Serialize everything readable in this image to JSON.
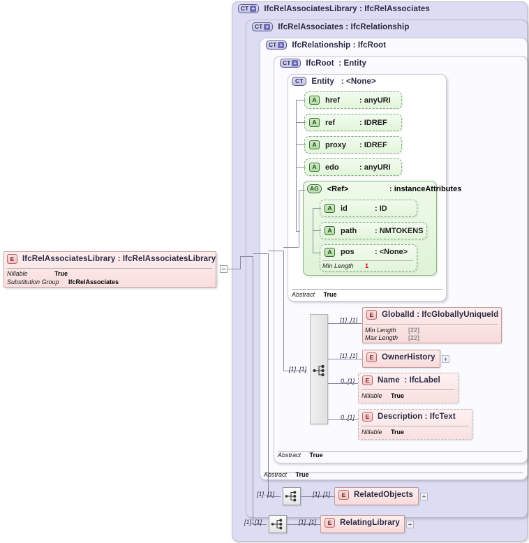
{
  "diagram": {
    "title": "IfcRelAssociatesLibrary XSD schema diagram",
    "colors": {
      "complex_type_panel": "#dcdcf2",
      "attribute_green": "#e2f5da",
      "element_pink": "#f8dada",
      "facet_red": "#cc0000"
    }
  },
  "complex_types": [
    {
      "badge": "CT",
      "expandable": "+",
      "name": "IfcRelAssociatesLibrary",
      "sep": ":",
      "type": "IfcRelAssociates"
    },
    {
      "badge": "CT",
      "expandable": "+",
      "name": "IfcRelAssociates",
      "sep": ":",
      "type": "IfcRelationship"
    },
    {
      "badge": "CT",
      "expandable": "+",
      "name": "IfcRelationship",
      "sep": ":",
      "type": "IfcRoot"
    },
    {
      "badge": "CT",
      "expandable": "+",
      "name": "IfcRoot",
      "sep": ":",
      "type": "Entity"
    },
    {
      "badge": "CT",
      "expandable": "",
      "name": "Entity",
      "sep": ":",
      "type": "<None>"
    }
  ],
  "root_element": {
    "badge": "E",
    "name": "IfcRelAssociatesLibrary",
    "sep": ":",
    "type": "IfcRelAssociatesLibrary",
    "properties": [
      {
        "key": "Nillable",
        "value": "True"
      },
      {
        "key": "Substitution Group",
        "value": "IfcRelAssociates"
      }
    ]
  },
  "attributes": [
    {
      "badge": "A",
      "name": "href",
      "sep": ":",
      "type": "anyURI"
    },
    {
      "badge": "A",
      "name": "ref",
      "sep": ":",
      "type": "IDREF"
    },
    {
      "badge": "A",
      "name": "proxy",
      "sep": ":",
      "type": "IDREF"
    },
    {
      "badge": "A",
      "name": "edo",
      "sep": ":",
      "type": "anyURI"
    }
  ],
  "attribute_group": {
    "badge": "AG",
    "name": "<Ref>",
    "sep": ":",
    "type": "instanceAttributes",
    "members": [
      {
        "badge": "A",
        "name": "id",
        "sep": ":",
        "type": "ID",
        "facets": []
      },
      {
        "badge": "A",
        "name": "path",
        "sep": ":",
        "type": "NMTOKENS",
        "facets": []
      },
      {
        "badge": "A",
        "name": "pos",
        "sep": ":",
        "type": "<None>",
        "facets": [
          {
            "key": "Min Length",
            "value": "1",
            "style": "red"
          }
        ]
      }
    ]
  },
  "elements": [
    {
      "badge": "E",
      "name": "GlobalId",
      "sep": ":",
      "type": "IfcGloballyUniqueId",
      "cardinality": "[1]..[1]",
      "optional": false,
      "expandable": false,
      "facets": [
        {
          "key": "Min Length",
          "value": "[22]",
          "style": "gray"
        },
        {
          "key": "Max Length",
          "value": "[22]",
          "style": "gray"
        }
      ]
    },
    {
      "badge": "E",
      "name": "OwnerHistory",
      "sep": "",
      "type": "",
      "cardinality": "[1]..[1]",
      "optional": false,
      "expandable": true,
      "facets": []
    },
    {
      "badge": "E",
      "name": "Name",
      "sep": ":",
      "type": "IfcLabel",
      "cardinality": "0..[1]",
      "optional": true,
      "expandable": false,
      "facets": [
        {
          "key": "Nillable",
          "value": "True",
          "style": ""
        }
      ]
    },
    {
      "badge": "E",
      "name": "Description",
      "sep": ":",
      "type": "IfcText",
      "cardinality": "0..[1]",
      "optional": true,
      "expandable": false,
      "facets": [
        {
          "key": "Nillable",
          "value": "True",
          "style": ""
        }
      ]
    }
  ],
  "relation_elements": [
    {
      "badge": "E",
      "name": "RelatedObjects",
      "cardinality_left": "[1]..[1]",
      "cardinality_right": "[1]..[1]",
      "expandable": true
    },
    {
      "badge": "E",
      "name": "RelatingLibrary",
      "cardinality_left": "[1]..[1]",
      "cardinality_right": "[1]..[1]",
      "expandable": true
    }
  ],
  "sequence_cardinality": "[1]..[1]",
  "abstract_footers": [
    {
      "key": "Abstract",
      "value": "True"
    },
    {
      "key": "Abstract",
      "value": "True"
    },
    {
      "key": "Abstract",
      "value": "True"
    }
  ]
}
